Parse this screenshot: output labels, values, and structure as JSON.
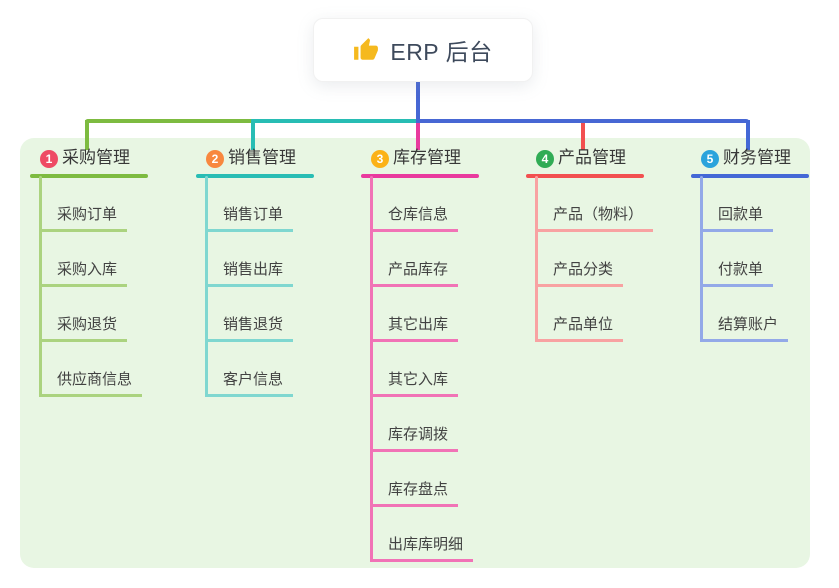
{
  "root": {
    "title": "ERP 后台",
    "icon": "thumbs-up-icon",
    "icon_color": "#f5b91e",
    "text_color": "#3e4a5c",
    "connector_color": "#4767d4"
  },
  "panel": {
    "bg": "#e8f6e3"
  },
  "branches": [
    {
      "num": "1",
      "title": "采购管理",
      "circle_color": "#ee4b64",
      "line_color": "#7dbb40",
      "child_line_color": "#abd37f",
      "children": [
        "采购订单",
        "采购入库",
        "采购退货",
        "供应商信息"
      ]
    },
    {
      "num": "2",
      "title": "销售管理",
      "circle_color": "#f8883f",
      "line_color": "#28bdb4",
      "child_line_color": "#7fd7d0",
      "children": [
        "销售订单",
        "销售出库",
        "销售退货",
        "客户信息"
      ]
    },
    {
      "num": "3",
      "title": "库存管理",
      "circle_color": "#fbb217",
      "line_color": "#e93a9e",
      "child_line_color": "#f173b6",
      "children": [
        "仓库信息",
        "产品库存",
        "其它出库",
        "其它入库",
        "库存调拨",
        "库存盘点",
        "出库库明细"
      ]
    },
    {
      "num": "4",
      "title": "产品管理",
      "circle_color": "#30ac55",
      "line_color": "#f25050",
      "child_line_color": "#f8a2a2",
      "children": [
        "产品（物料）",
        "产品分类",
        "产品单位"
      ]
    },
    {
      "num": "5",
      "title": "财务管理",
      "circle_color": "#2ba3dc",
      "line_color": "#4468d6",
      "child_line_color": "#93a9e8",
      "children": [
        "回款单",
        "付款单",
        "结算账户"
      ]
    }
  ]
}
